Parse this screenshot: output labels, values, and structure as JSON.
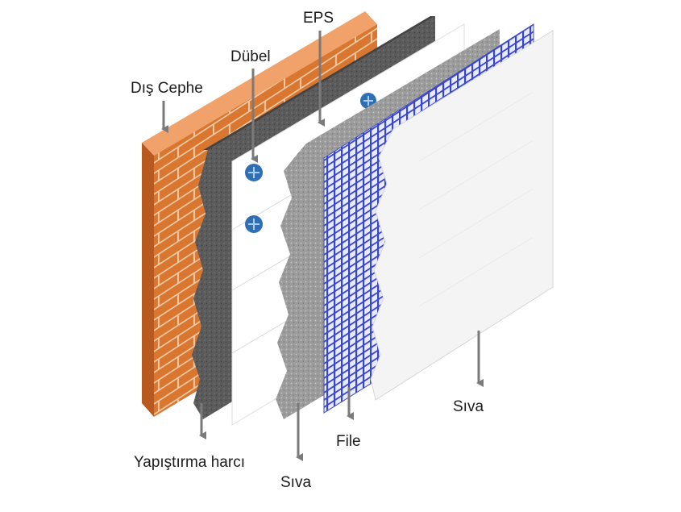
{
  "labels": {
    "dis_cephe": "Dış Cephe",
    "dubel": "Dübel",
    "eps": "EPS",
    "yapistirma_harci": "Yapıştırma harcı",
    "siva_1": "Sıva",
    "file": "File",
    "siva_2": "Sıva"
  },
  "colors": {
    "brick": "#d9762f",
    "mortar": "#5b5b5b",
    "eps": "#ffffff",
    "plaster": "#9a9a9a",
    "mesh": "#3a46c8",
    "finish_plaster": "#f2f2f2",
    "anchor": "#2f6fb3",
    "arrow": "#7a7a7a"
  }
}
